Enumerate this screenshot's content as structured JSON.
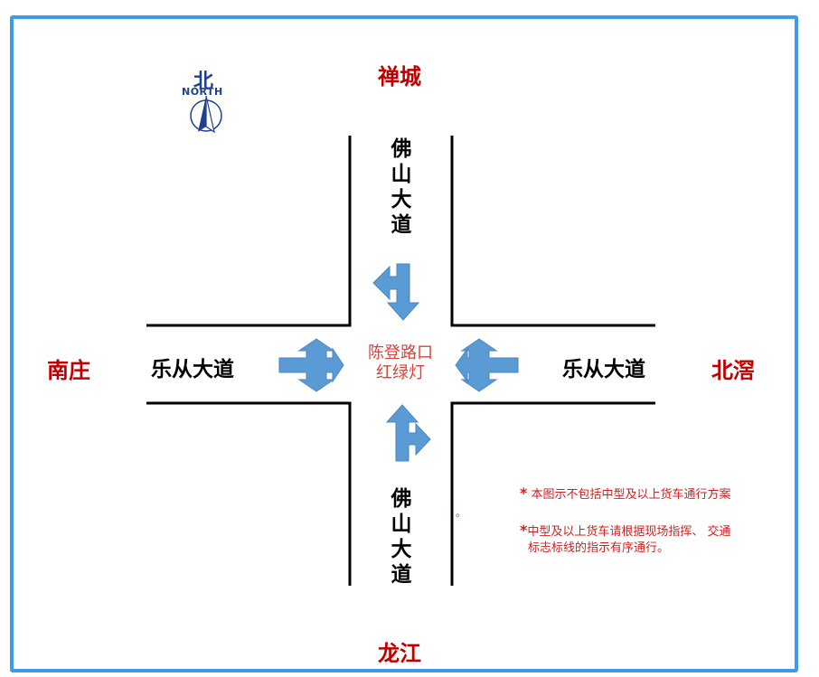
{
  "compass": {
    "char": "北",
    "label": "NORTH"
  },
  "places": {
    "north": "禅城",
    "south": "龙江",
    "west": "南庄",
    "east": "北滘"
  },
  "roads": {
    "north": [
      "佛",
      "山",
      "大",
      "道"
    ],
    "south": [
      "佛",
      "山",
      "大",
      "道"
    ],
    "west": "乐从大道",
    "east": "乐从大道"
  },
  "intersection": {
    "line1": "陈登路口",
    "line2": "红绿灯"
  },
  "notes": {
    "note1": {
      "star": "*",
      "text": "本图示不包括中型及以上货车通行方案"
    },
    "note2": {
      "star": "*",
      "line1": "中型及以上货车请根据现场指挥、 交通",
      "line2": "标志标线的指示有序通行。"
    },
    "dot": "。"
  },
  "colors": {
    "arrow": "#5b9bd5",
    "place": "#c00000",
    "note": "#d21f1f",
    "frame": "#3d9be9",
    "compass": "#1f3f8f"
  }
}
